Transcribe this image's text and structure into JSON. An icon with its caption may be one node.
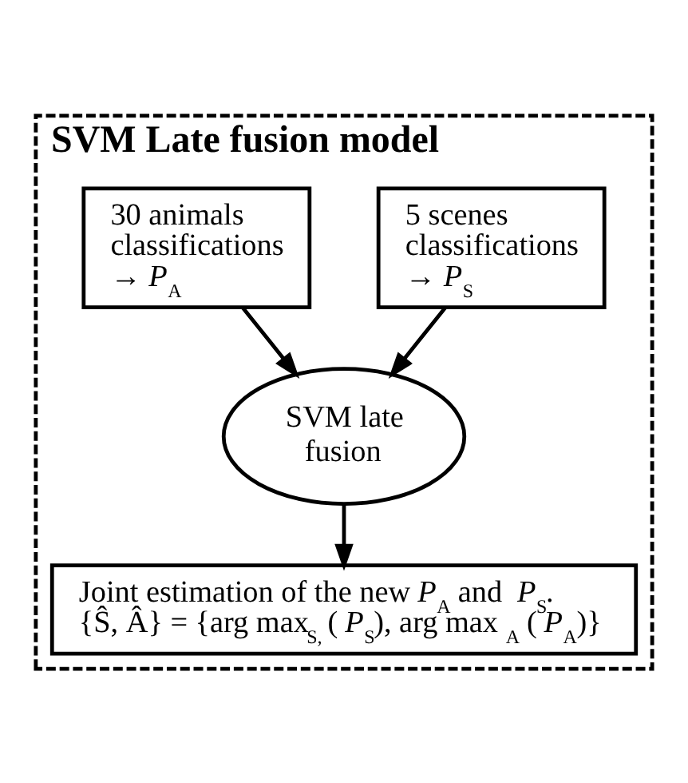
{
  "diagram": {
    "nodes": [
      {
        "text": [
          "SVM Late fusion model"
        ]
      },
      {
        "text": [
          "30 animals classifications → *P*$_{A}$"
        ],
        "in": 0
      },
      {
        "text": [
          "5 scenes classifications → *P*$_{S}$"
        ],
        "in": 0
      },
      {
        "text": [
          "SVM late fusion"
        ],
        "in": 0
      },
      {
        "text": [
          "Joint estimation of the new *P*$_{A}$ and *P*$_{S}$.",
          "{Ŝ, Â} = {arg max$_{S,}$ (*P*$_{S}$), arg max$_{A}$ (*P*$_{A}$)}"
        ],
        "in": 0
      }
    ],
    "edges": [
      {
        "from": 1,
        "to": 3,
        "arrow": "to"
      },
      {
        "from": 2,
        "to": 3,
        "arrow": "to"
      },
      {
        "from": 3,
        "to": 4,
        "arrow": "to"
      }
    ]
  }
}
